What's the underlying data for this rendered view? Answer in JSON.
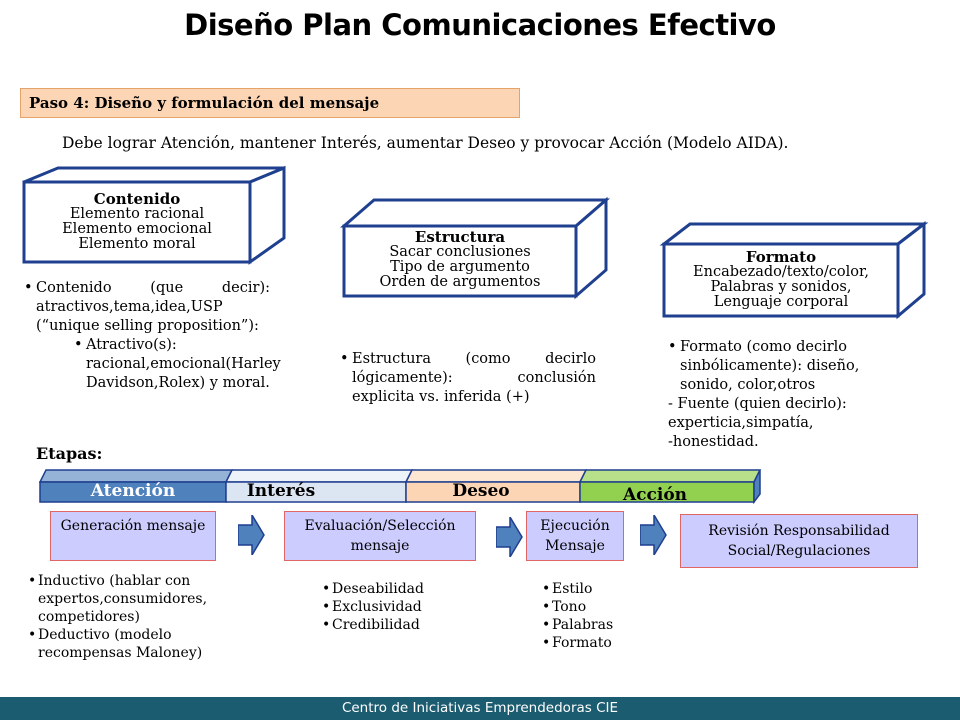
{
  "title": "Diseño Plan Comunicaciones Efectivo",
  "step_label": "Paso 4: Diseño y formulación del mensaje",
  "subtitle": "Debe lograr Atención, mantener Interés, aumentar Deseo y provocar Acción (Modelo AIDA).",
  "boxes": [
    {
      "heading": "Contenido",
      "lines": [
        "Elemento racional",
        "Elemento emocional",
        "Elemento moral"
      ]
    },
    {
      "heading": "Estructura",
      "lines": [
        "Sacar conclusiones",
        "Tipo de argumento",
        "Orden de argumentos"
      ]
    },
    {
      "heading": "Formato",
      "lines": [
        "Encabezado/texto/color,",
        "Palabras y sonidos,",
        "Lenguaje corporal"
      ]
    }
  ],
  "contenido_text": {
    "main": "Contenido (que decir): atractivos,tema,idea,USP (“unique selling proposition”):",
    "sub": "Atractivo(s): racional,emocional(Harley Davidson,Rolex) y moral."
  },
  "estructura_text": "Estructura (como decirlo lógicamente): conclusión explicita vs. inferida (+)",
  "formato_text": {
    "main": "Formato (como decirlo sinbólicamente): diseño, sonido, color,otros",
    "line2": "- Fuente (quien decirlo): experticia,simpatía,",
    "line3": "-honestidad."
  },
  "etapas_label": "Etapas:",
  "phases": [
    "Atención",
    "Interés",
    "Deseo",
    "Acción"
  ],
  "colors": {
    "atencion": "#4f81bd",
    "interes": "#dce6f2",
    "deseo": "#fcd5b4",
    "accion": "#92d050",
    "box_fill": "#ffffff",
    "box_border": "#1f3f8f",
    "stage_fill": "#ccccff",
    "arrow": "#4f81bd",
    "footer": "#1b5c70"
  },
  "stages": [
    "Generación mensaje",
    "Evaluación/Selección mensaje",
    "Ejecución Mensaje",
    "Revisión Responsabilidad Social/Regulaciones"
  ],
  "list_generacion": [
    "Inductivo (hablar con expertos,consumidores, competidores)",
    "Deductivo (modelo recompensas Maloney)"
  ],
  "list_evaluacion": [
    "Deseabilidad",
    "Exclusividad",
    "Credibilidad"
  ],
  "list_ejecucion": [
    "Estilo",
    "Tono",
    "Palabras",
    "Formato"
  ],
  "footer": "Centro de Iniciativas Emprendedoras CIE"
}
